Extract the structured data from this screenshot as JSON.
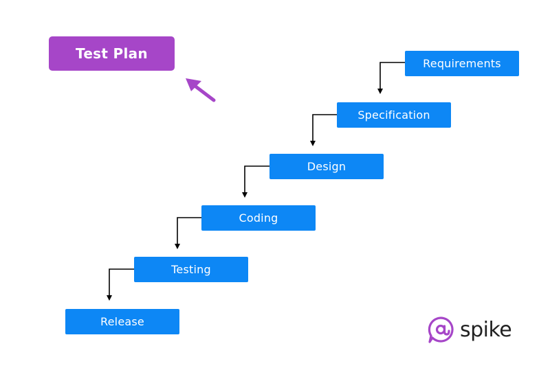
{
  "test_plan": {
    "label": "Test Plan",
    "color": "#a646c8"
  },
  "steps": [
    {
      "label": "Requirements"
    },
    {
      "label": "Specification"
    },
    {
      "label": "Design"
    },
    {
      "label": "Coding"
    },
    {
      "label": "Testing"
    },
    {
      "label": "Release"
    }
  ],
  "step_color": "#0d87f5",
  "brand": {
    "name": "spike",
    "icon": "spike-logo-icon",
    "icon_color": "#a646c8"
  },
  "arrow_icon": "arrow-up-left-icon"
}
